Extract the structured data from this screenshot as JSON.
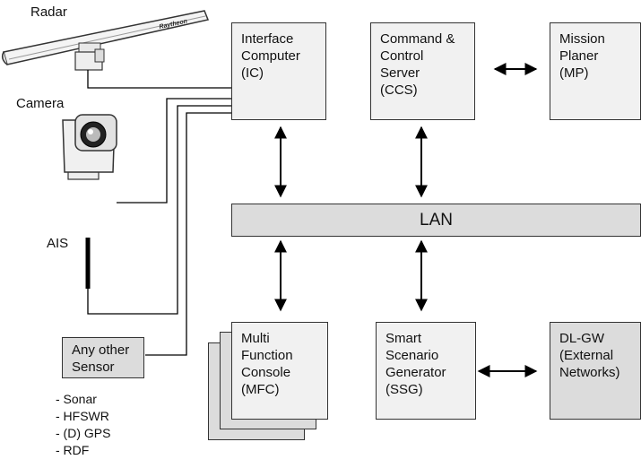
{
  "sensors": {
    "radar_label": "Radar",
    "radar_brand": "Raytheon",
    "camera_label": "Camera",
    "ais_label": "AIS",
    "other_sensor_label": "Any other\nSensor",
    "other_sensor_list": [
      "- Sonar",
      "- HFSWR",
      "- (D) GPS",
      "- RDF"
    ]
  },
  "nodes": {
    "ic": "Interface\nComputer\n(IC)",
    "ccs": "Command &\nControl\nServer\n(CCS)",
    "mp": "Mission\nPlaner\n(MP)",
    "lan": "LAN",
    "mfc": "Multi\nFunction\nConsole\n(MFC)",
    "ssg": "Smart\nScenario\nGenerator\n(SSG)",
    "dlgw": "DL-GW\n(External\nNetworks)"
  },
  "colors": {
    "light_fill": "#f1f1f1",
    "dark_fill": "#dcdcdc",
    "line": "#000000"
  }
}
